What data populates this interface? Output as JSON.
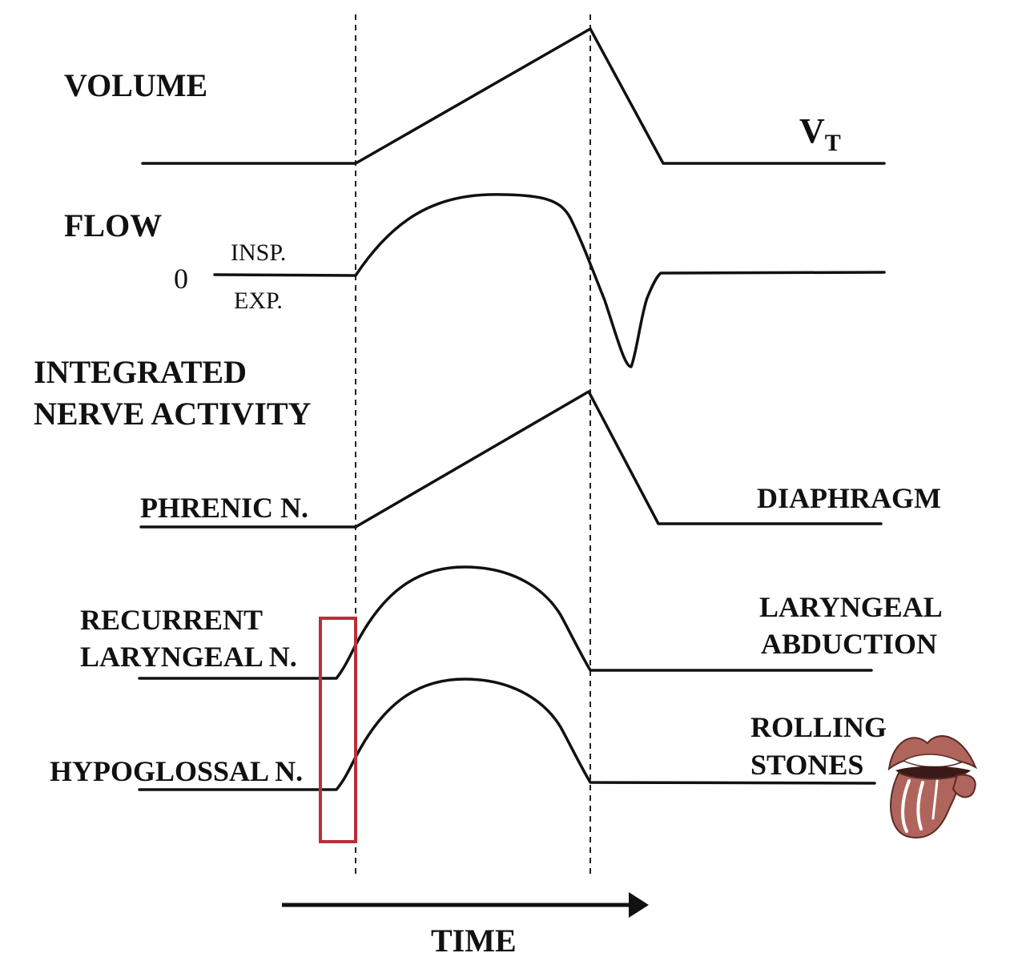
{
  "labels": {
    "volume": "VOLUME",
    "flow": "FLOW",
    "flow_zero": "0",
    "insp": "INSP.",
    "exp": "EXP.",
    "vt_main": "V",
    "vt_sub": "T",
    "integrated_line1": "INTEGRATED",
    "integrated_line2": "NERVE ACTIVITY",
    "phrenic": "PHRENIC N.",
    "diaphragm": "DIAPHRAGM",
    "recurrent_line1": "RECURRENT",
    "recurrent_line2": "LARYNGEAL N.",
    "laryngeal_line1": "LARYNGEAL",
    "laryngeal_line2": "ABDUCTION",
    "hypoglossal": "HYPOGLOSSAL N.",
    "rolling_line1": "ROLLING",
    "rolling_line2": "STONES",
    "time": "TIME"
  },
  "colors": {
    "trace": "#111111",
    "highlight_box": "#b8303a",
    "logo_red": "#b0655c",
    "logo_dark": "#5a2a26"
  },
  "icons": {
    "logo": "rolling-stones-tongue-logo",
    "time_arrow": "arrow-right"
  }
}
